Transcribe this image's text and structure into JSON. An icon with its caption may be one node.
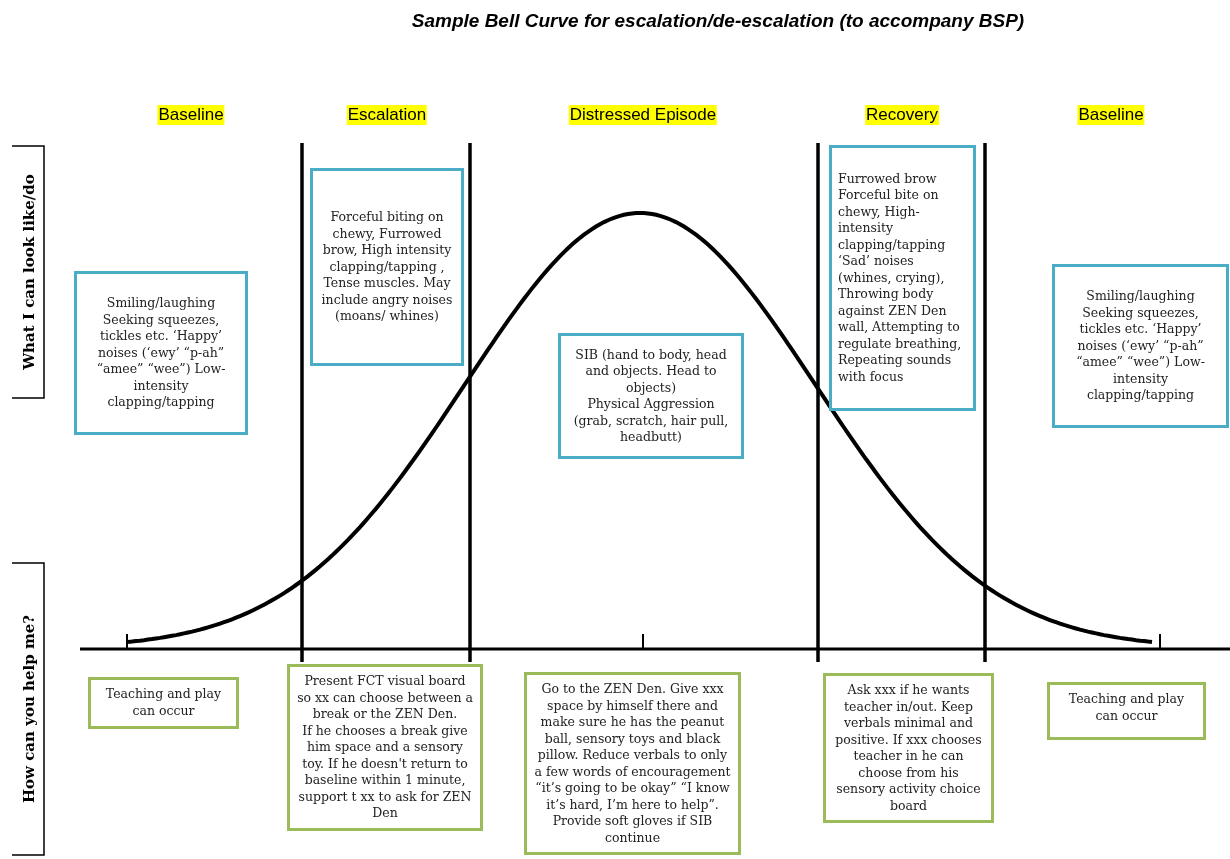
{
  "diagram": {
    "title": "Sample Bell Curve for escalation/de-escalation (to accompany BSP)",
    "nodes": [
      {
        "text": [
          "Smiling/laughing Seeking squeezes, tickles etc. ‘Happy’ noises (‘ewy’ “p-ah” “amee” “wee”) Low-intensity clapping/tapping"
        ]
      },
      {
        "text": [
          "Forceful biting on chewy, Furrowed brow, High intensity clapping/tapping , Tense muscles. May include angry noises (moans/ whines)"
        ]
      },
      {
        "text": [
          "SIB (hand to body, head and objects. Head to objects)",
          "Physical Aggression (grab, scratch, hair pull, headbutt)"
        ]
      },
      {
        "text": [
          "Furrowed brow Forceful bite on chewy, High-intensity clapping/tapping ‘Sad’ noises (whines, crying), Throwing body against ZEN Den wall, Attempting to regulate breathing, Repeating sounds with focus"
        ]
      },
      {
        "text": [
          "Smiling/laughing Seeking squeezes, tickles etc. ‘Happy’ noises (‘ewy’ “p-ah” “amee” “wee”) Low-intensity clapping/tapping"
        ]
      },
      {
        "text": [
          "Teaching and play can occur"
        ]
      },
      {
        "text": [
          "Present FCT visual board so xx can choose between a break or the ZEN Den.",
          "If he chooses a break give him space and a sensory toy. If he doesn't return to baseline within 1 minute, support t xx to ask for ZEN Den"
        ]
      },
      {
        "text": [
          "Go to the ZEN Den. Give xxx space by himself there and make sure he has the peanut ball, sensory toys and black pillow. Reduce verbals to only a few words of encouragement “it’s going to be okay” “I know it’s hard, I’m here to help”. Provide soft gloves if SIB continue"
        ]
      },
      {
        "text": [
          "Ask xxx if he wants teacher in/out. Keep verbals minimal and positive. If xxx chooses teacher in he can choose from his sensory activity choice board"
        ]
      },
      {
        "text": [
          "Teaching and play can occur"
        ]
      }
    ],
    "labels": [
      "Baseline",
      "Escalation",
      "Distressed Episode",
      "Recovery",
      "Baseline",
      "What I can look like/do",
      "How can you help me?"
    ]
  }
}
